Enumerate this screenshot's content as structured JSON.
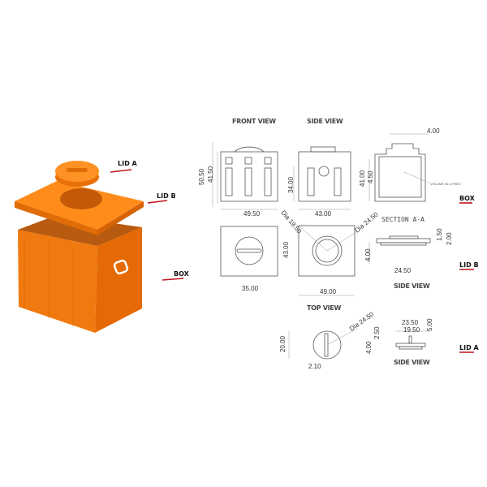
{
  "labels": {
    "lid_a": "LID A",
    "lid_b": "LID B",
    "box": "BOX"
  },
  "views": {
    "front_view": "FRONT VIEW",
    "side_view": "SIDE VIEW",
    "section": "SECTION A-A",
    "top_view": "TOP VIEW",
    "lid_b_side_view": "SIDE VIEW",
    "lid_a_side_view": "SIDE VIEW"
  },
  "box_dims": {
    "height_total": "50.50",
    "height_body": "41.50",
    "width_front": "49.50",
    "dia_lid": "Dia 19.50",
    "side_inner": "34.00",
    "width_side": "43.00",
    "section_top": "4.00",
    "section_height": "41.00",
    "section_wall": "4.50",
    "volume": "VOLUME 55 LITRES"
  },
  "lid_b_dims": {
    "depth": "43.00",
    "width_left": "35.00",
    "width": "49.00",
    "dia": "Dia 24.50",
    "side_1": "1.50",
    "side_2": "2.00",
    "side_3": "4.00",
    "side_width": "24.50"
  },
  "lid_a_dims": {
    "dia": "Dia 24.50",
    "height": "20.00",
    "slot": "2.10",
    "side_top": "23.50",
    "side_inner": "19.50",
    "side_h1": "5.00",
    "side_h2": "2.50",
    "side_h3": "4.00"
  },
  "colors": {
    "orange": "#ff8a1a",
    "accent_red": "#c0141c"
  }
}
